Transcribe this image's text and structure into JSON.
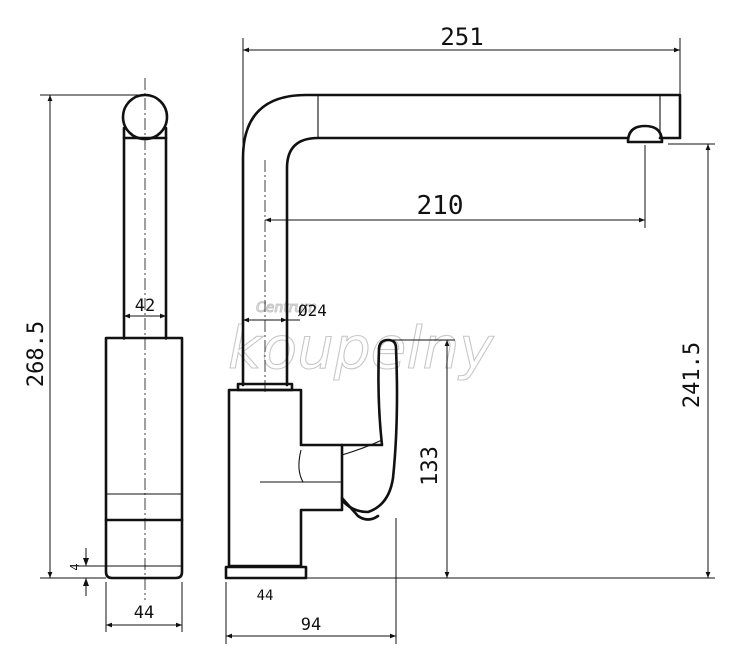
{
  "dimensions": {
    "overall_width": "251",
    "spout_reach": "210",
    "pipe_diameter": "Ø24",
    "side_width": "42",
    "total_height": "268.5",
    "spout_height": "241.5",
    "handle_height": "133",
    "base_thickness": "4",
    "base_width_side": "44",
    "base_width_front": "44",
    "body_depth": "94"
  },
  "watermark": {
    "small": "Centrum",
    "large": "koupelny"
  },
  "colors": {
    "line": "#111111",
    "watermark": "#c8c8c8",
    "background": "#ffffff"
  }
}
